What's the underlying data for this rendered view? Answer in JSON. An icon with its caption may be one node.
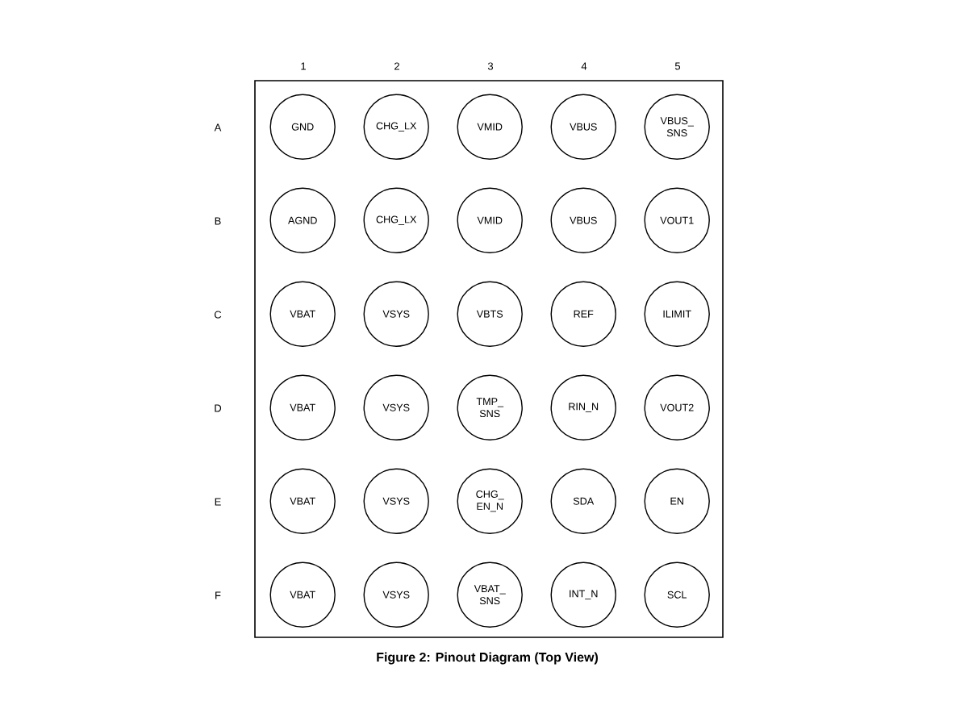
{
  "diagram": {
    "caption": "Figure 2: Pinout Diagram (Top View)",
    "nodes": [
      {
        "text": [],
        "shape": "box"
      },
      {
        "text": [
          "GND"
        ],
        "in": 0
      },
      {
        "text": [
          "CHG_LX"
        ],
        "in": 0
      },
      {
        "text": [
          "VMID"
        ],
        "in": 0
      },
      {
        "text": [
          "VBUS"
        ],
        "in": 0
      },
      {
        "text": [
          "VBUS_ SNS"
        ],
        "in": 0
      },
      {
        "text": [
          "AGND"
        ],
        "in": 0
      },
      {
        "text": [
          "CHG_LX"
        ],
        "in": 0
      },
      {
        "text": [
          "VMID"
        ],
        "in": 0
      },
      {
        "text": [
          "VBUS"
        ],
        "in": 0
      },
      {
        "text": [
          "VOUT1"
        ],
        "in": 0
      },
      {
        "text": [
          "VBAT"
        ],
        "in": 0
      },
      {
        "text": [
          "VSYS"
        ],
        "in": 0
      },
      {
        "text": [
          "VBTS"
        ],
        "in": 0
      },
      {
        "text": [
          "REF"
        ],
        "in": 0
      },
      {
        "text": [
          "ILIMIT"
        ],
        "in": 0
      },
      {
        "text": [
          "VBAT"
        ],
        "in": 0
      },
      {
        "text": [
          "VSYS"
        ],
        "in": 0
      },
      {
        "text": [
          "TMP_ SNS"
        ],
        "in": 0
      },
      {
        "text": [
          "RIN_N"
        ],
        "in": 0
      },
      {
        "text": [
          "VOUT2"
        ],
        "in": 0
      },
      {
        "text": [
          "VBAT"
        ],
        "in": 0
      },
      {
        "text": [
          "VSYS"
        ],
        "in": 0
      },
      {
        "text": [
          "CHG_ EN_N"
        ],
        "in": 0
      },
      {
        "text": [
          "SDA"
        ],
        "in": 0
      },
      {
        "text": [
          "EN"
        ],
        "in": 0
      },
      {
        "text": [
          "VBAT"
        ],
        "in": 0
      },
      {
        "text": [
          "VSYS"
        ],
        "in": 0
      },
      {
        "text": [
          "VBAT_ SNS"
        ],
        "in": 0
      },
      {
        "text": [
          "INT_N"
        ],
        "in": 0
      },
      {
        "text": [
          "SCL"
        ],
        "in": 0
      }
    ],
    "labels": [
      "1",
      "2",
      "3",
      "4",
      "5",
      "A",
      "B",
      "C",
      "D",
      "E",
      "F"
    ]
  }
}
